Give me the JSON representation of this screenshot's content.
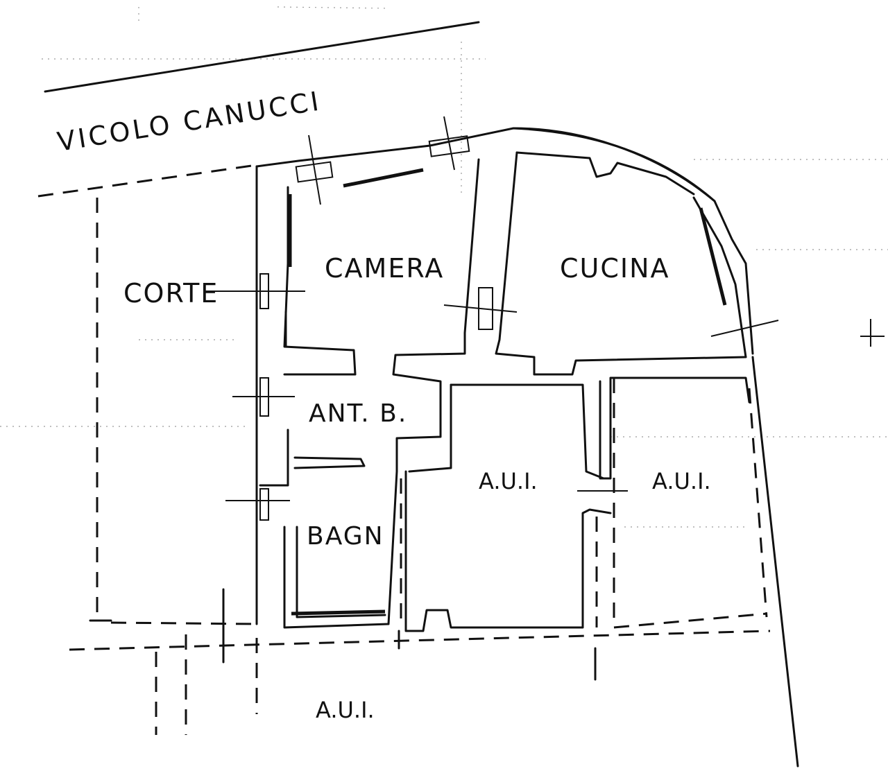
{
  "street_name": "VICOLO CANUCCI",
  "rooms": {
    "camera": "CAMERA",
    "cucina": "CUCINA",
    "corte": "CORTE",
    "anti_bagno": "ANT. B.",
    "bagno": "BAGN",
    "aui_center": "A.U.I.",
    "aui_right": "A.U.I.",
    "aui_bottom": "A.U.I."
  }
}
